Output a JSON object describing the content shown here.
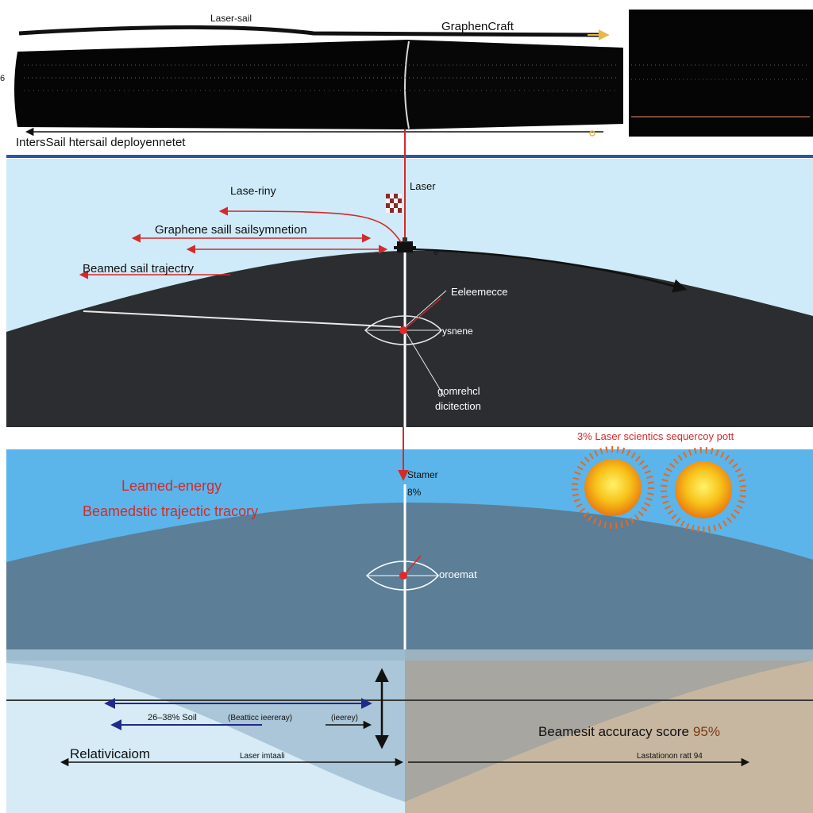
{
  "top": {
    "label_laser_sail": "Laser-sail",
    "label_craft": "GraphenCraft",
    "label_edge": "6",
    "label_deploy": "IntersSail htersail deployennetet"
  },
  "panel1": {
    "laser": "Laser",
    "laser_ray": "Lase-riny",
    "graphene": "Graphene saill sailsymnetion",
    "beamed": "Beamed sail trajectry",
    "small_mark": "6",
    "eeleemece": "Eeleemecce",
    "ysnene": "ysnene",
    "gom_line1": "gomrehcl",
    "gom_line2": "dicitection",
    "status": "3% Laser scientics sequercoy pott"
  },
  "panel2": {
    "learned": "Leamed-energy",
    "traj": "Beamedstic  trajectic tracory",
    "stamer": "Stamer",
    "pct": "8%",
    "oroemat": "oroemat"
  },
  "bottom": {
    "sail_range": "26–38% Soil",
    "beam_energy": "(Beatticc ieereray)",
    "energy": "(ieerey)",
    "relativ": "Relativicaiom",
    "laser_init": "Laser imtaali",
    "score_label": "Beamesit accuracy score",
    "score_value": "95%",
    "lastat": "Lastationon ratt 94"
  },
  "colors": {
    "sky_light": "#cfeaf8",
    "dark_hill": "#2b2d30",
    "sky_blue": "#5bb5ea",
    "slate": "#5c7e96",
    "accent_red": "#d42a2a",
    "navy": "#1f2a8a",
    "tan": "#c8b7a0"
  }
}
